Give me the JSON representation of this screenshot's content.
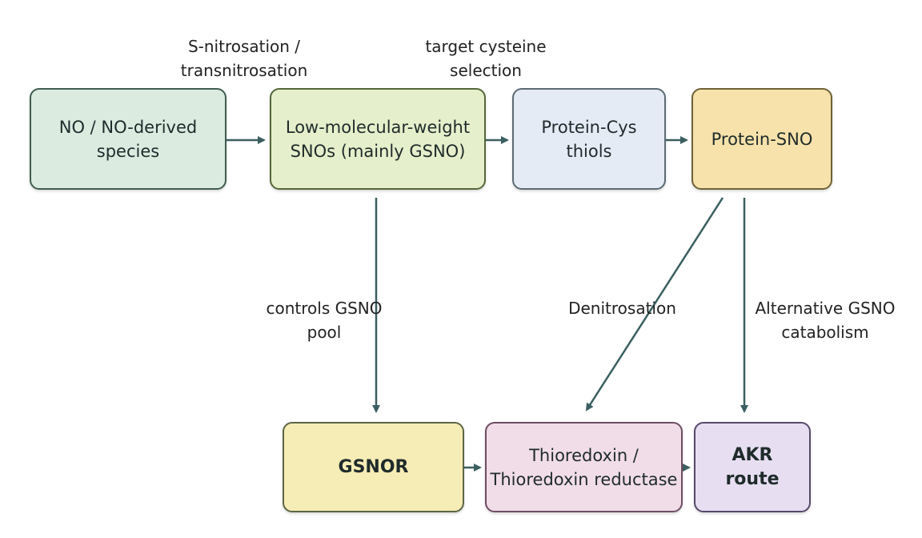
{
  "diagram": {
    "colors": {
      "arrow": "#3b5f60"
    },
    "nodes": {
      "no_species": {
        "label": "NO / NO-derived\nspecies"
      },
      "lmw_snos": {
        "label": "Low-molecular-weight\nSNOs (mainly GSNO)"
      },
      "protein_cys": {
        "label": "Protein-Cys\nthiols"
      },
      "protein_sno": {
        "label": "Protein-SNO"
      },
      "gsnor": {
        "label": "GSNOR"
      },
      "thioredoxin": {
        "label": "Thioredoxin /\nThioredoxin reductase"
      },
      "akr": {
        "label": "AKR\nroute"
      }
    },
    "edge_labels": {
      "s_nitrosation": "S-nitrosation /\ntransnitrosation",
      "target_cysteine": "target cysteine\nselection",
      "controls_gsno": "controls GSNO\npool",
      "denitrosation": "Denitrosation",
      "alt_catabolism": "Alternative GSNO\ncatabolism"
    }
  }
}
